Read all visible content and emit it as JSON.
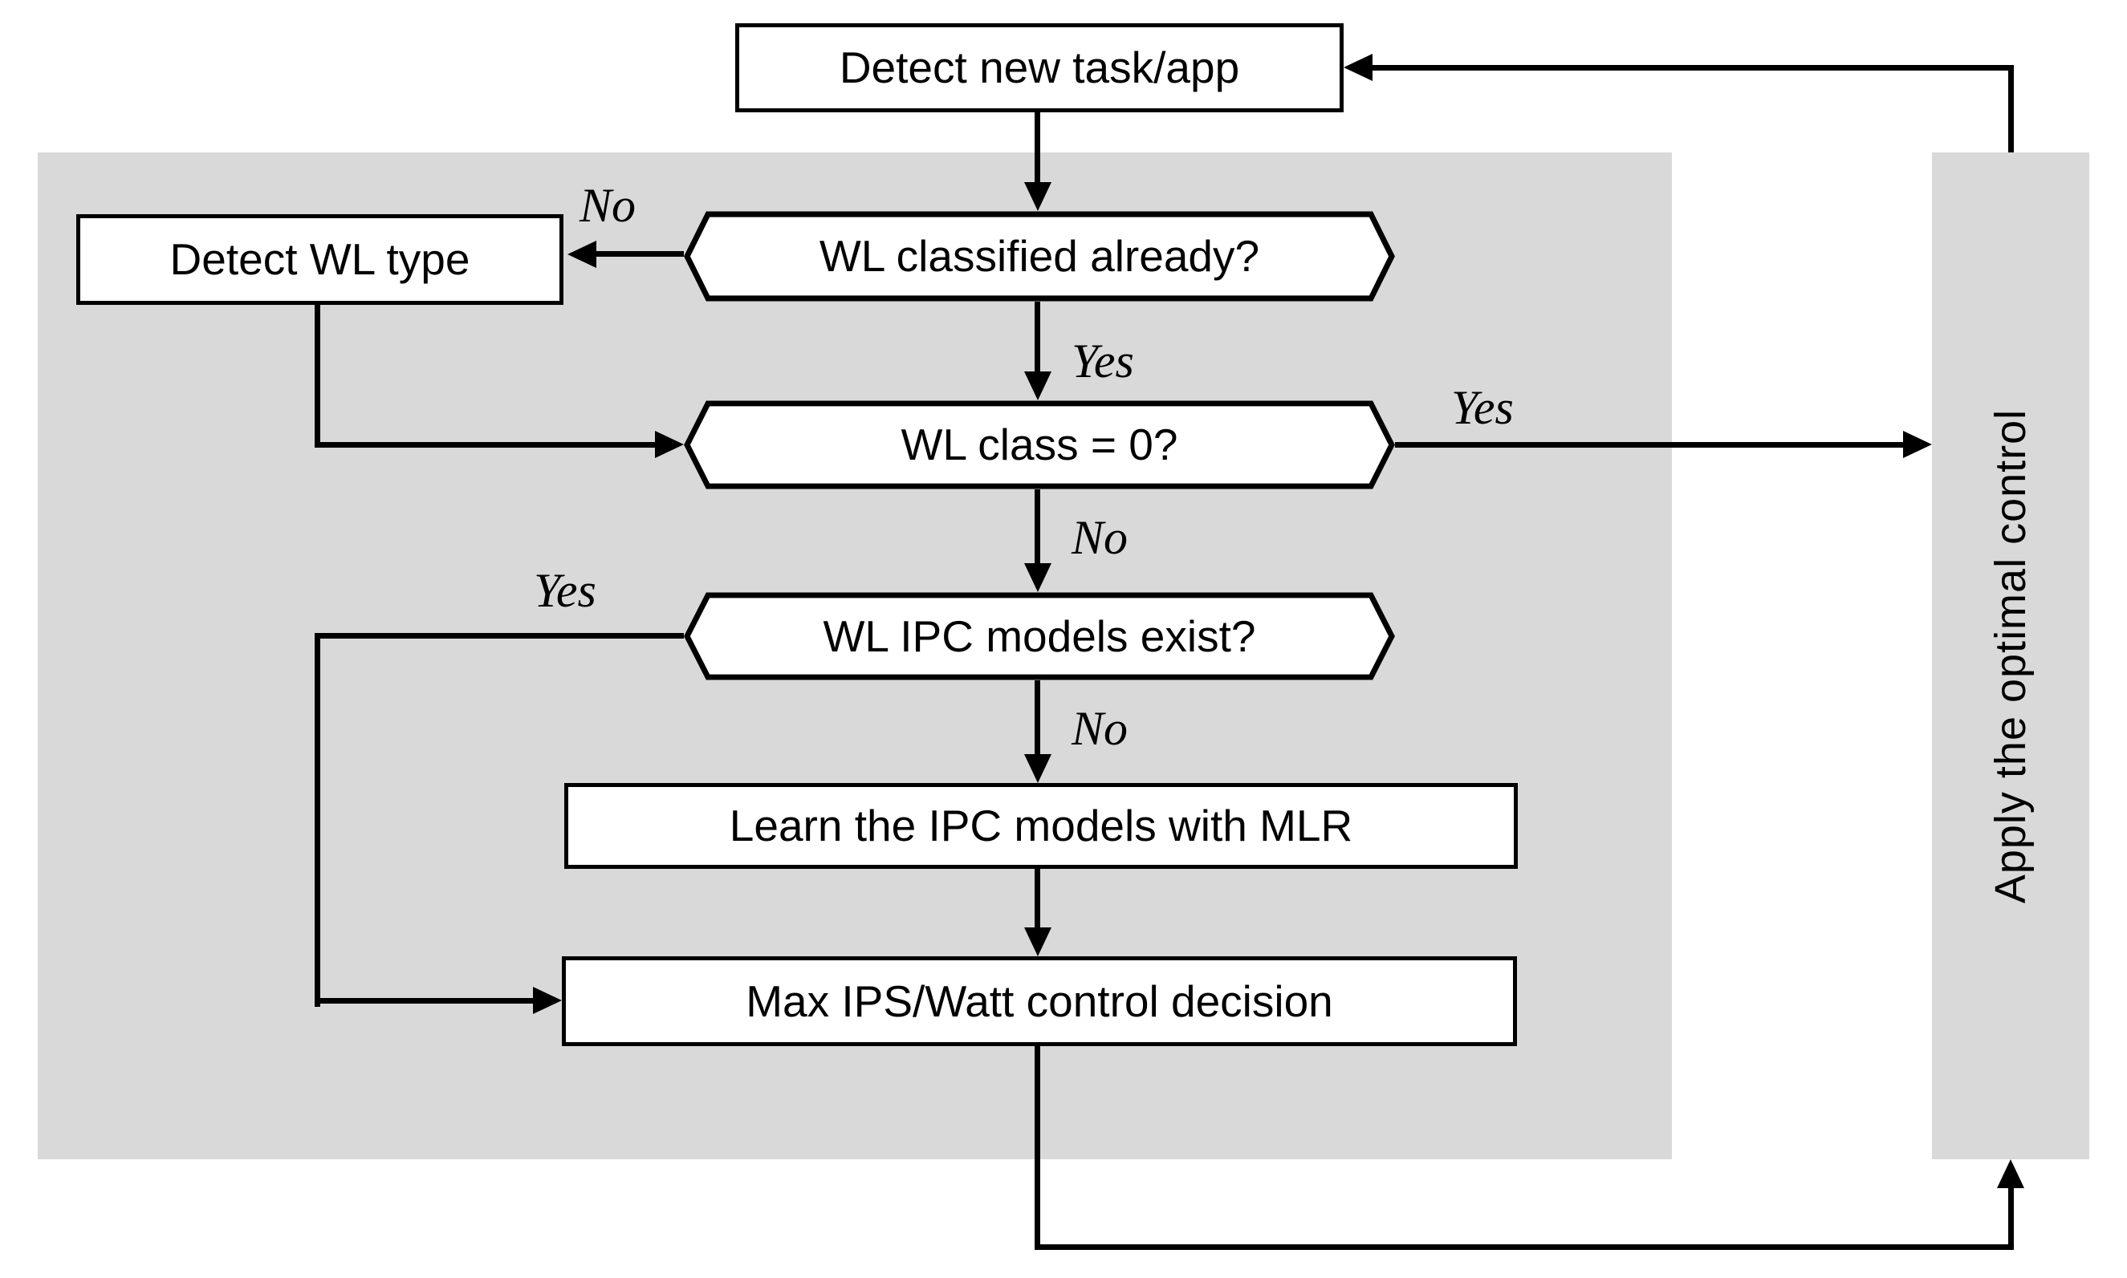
{
  "flowchart": {
    "nodes": {
      "detect_new_task": "Detect new task/app",
      "wl_classified": "WL classified already?",
      "detect_wl_type": "Detect WL type",
      "wl_class_zero": "WL class = 0?",
      "wl_ipc_models": "WL IPC models exist?",
      "learn_ipc": "Learn the IPC models with MLR",
      "max_ips_watt": "Max IPS/Watt control decision",
      "apply_optimal": "Apply the optimal control"
    },
    "edge_labels": {
      "classified_no": "No",
      "classified_yes": "Yes",
      "class_zero_yes": "Yes",
      "class_zero_no": "No",
      "ipc_exist_yes": "Yes",
      "ipc_exist_no": "No"
    },
    "colors": {
      "panel_gray": "#d9d9d9",
      "line_black": "#000000",
      "node_fill": "#ffffff"
    }
  }
}
